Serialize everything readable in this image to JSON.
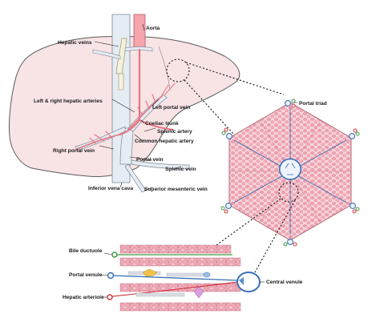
{
  "labels": {
    "aorta": "Aorta",
    "hepatic_veins": "Hepatic veins",
    "left_right_hepatic_arteries": "Left & right hepatic arteries",
    "left_portal_vein": "Left portal vein",
    "coeliac_trunk": "Coeliac trunk",
    "splenic_artery": "Splenic artery",
    "common_hepatic_artery": "Common hepatic artery",
    "right_portal_vein": "Right portal vein",
    "portal_vein": "Portal vein",
    "splenic_vein": "Splenic vein",
    "inferior_vena_cava": "Inferior vena cava",
    "superior_mesenteric_vein": "Superior  mesenteric vein",
    "portal_triad": "Portal triad",
    "bile_ductuole": "Bile ductuole",
    "portal_venule": "Portal venule",
    "central_venule": "Central venule",
    "hepatic_arteriole": "Hepatic arteriole"
  },
  "colors": {
    "liver_fill": "#f8e3e5",
    "liver_outline": "#5a5a5a",
    "vein_fill": "#e6ecf3",
    "artery": "#e8747f",
    "aorta_fill": "#f4a5ad",
    "hepatocyte": "#f4b8c1",
    "hepatocyte_dark": "#e0909e",
    "venule_blue": "#3a6fb6",
    "bile_green": "#3f9a3f",
    "arteriole_red": "#d0353f",
    "outline": "#333333"
  }
}
